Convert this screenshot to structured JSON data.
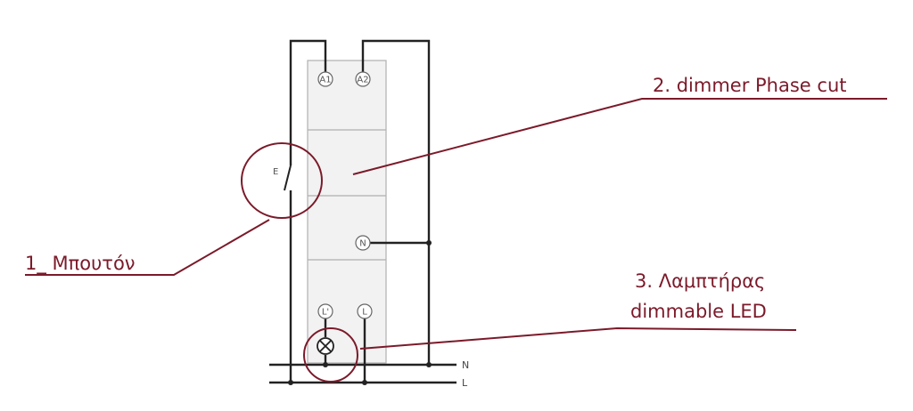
{
  "annotations": {
    "button": "1_ Μπουτόν",
    "dimmer": "2. dimmer Phase cut",
    "lamp_line1": "3. Λαμπτήρας",
    "lamp_line2": "dimmable LED"
  },
  "terminals": {
    "a1": "A1",
    "a2": "A2",
    "n": "N",
    "l_out": "L'",
    "l_in": "L"
  },
  "switch_label": "E",
  "buses": {
    "n": "N",
    "l": "L"
  },
  "colors": {
    "annotation": "#7b1a2a",
    "wiring": "#222222",
    "device_fill": "#f2f2f2",
    "device_stroke": "#b0b0b0"
  }
}
